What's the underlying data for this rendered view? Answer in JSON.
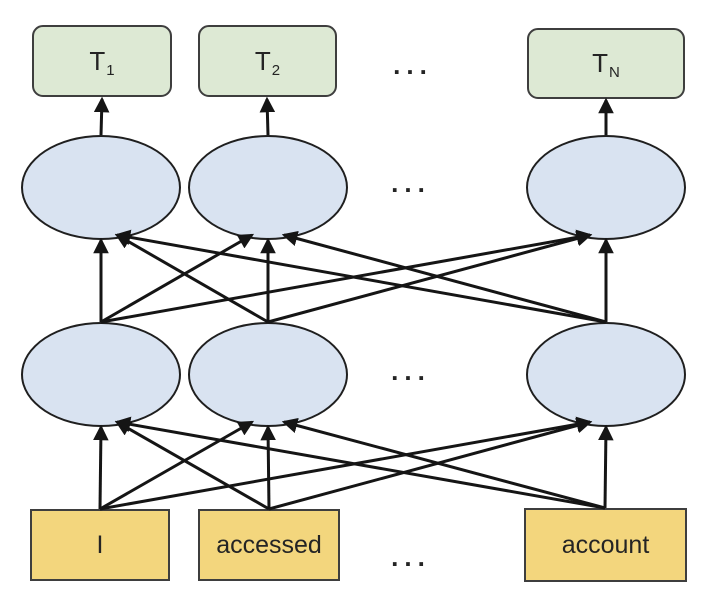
{
  "diagram": {
    "ellipsis": "...",
    "colors": {
      "background": "#ffffff",
      "output_fill": "#dde9d4",
      "hidden_fill": "#d9e3f1",
      "input_fill": "#f3d67d",
      "box_border": "#3e3e3e",
      "ellipse_border": "#1f1f1f",
      "arrow": "#151515",
      "text": "#242424"
    },
    "output_row": {
      "items": [
        {
          "main": "T",
          "sub": "1"
        },
        {
          "main": "T",
          "sub": "2"
        },
        {
          "main": "T",
          "sub": "N"
        }
      ]
    },
    "input_row": {
      "items": [
        "I",
        "accessed",
        "account"
      ]
    }
  }
}
